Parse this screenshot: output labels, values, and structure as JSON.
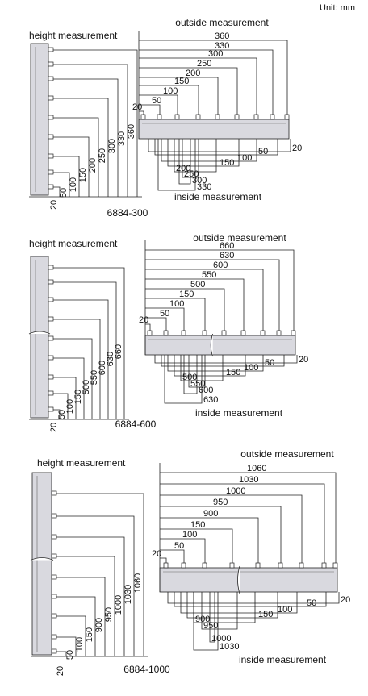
{
  "unit_label": "Unit: mm",
  "panels": [
    {
      "model": "6884-300",
      "height_title": "height measurement",
      "outside_title": "outside measurement",
      "inside_title": "inside measurement",
      "height_values": [
        "20",
        "50",
        "100",
        "150",
        "200",
        "250",
        "300",
        "330",
        "360"
      ],
      "outside_values": [
        "20",
        "50",
        "100",
        "150",
        "200",
        "250",
        "300",
        "330",
        "360"
      ],
      "inside_values": [
        "20",
        "50",
        "100",
        "150",
        "200",
        "250",
        "300",
        "330"
      ]
    },
    {
      "model": "6884-600",
      "height_title": "height measurement",
      "outside_title": "outside measurement",
      "inside_title": "inside measurement",
      "height_values": [
        "20",
        "50",
        "100",
        "150",
        "500",
        "550",
        "600",
        "630",
        "660"
      ],
      "outside_values": [
        "20",
        "50",
        "100",
        "150",
        "500",
        "550",
        "600",
        "630",
        "660"
      ],
      "inside_values": [
        "20",
        "50",
        "100",
        "150",
        "500",
        "550",
        "600",
        "630"
      ]
    },
    {
      "model": "6884-1000",
      "height_title": "height measurement",
      "outside_title": "outside measurement",
      "inside_title": "inside measurement",
      "height_values": [
        "20",
        "50",
        "100",
        "150",
        "900",
        "950",
        "1000",
        "1030",
        "1060"
      ],
      "outside_values": [
        "20",
        "50",
        "100",
        "150",
        "900",
        "950",
        "1000",
        "1030",
        "1060"
      ],
      "inside_values": [
        "20",
        "50",
        "100",
        "150",
        "900",
        "950",
        "1000",
        "1030"
      ]
    }
  ]
}
